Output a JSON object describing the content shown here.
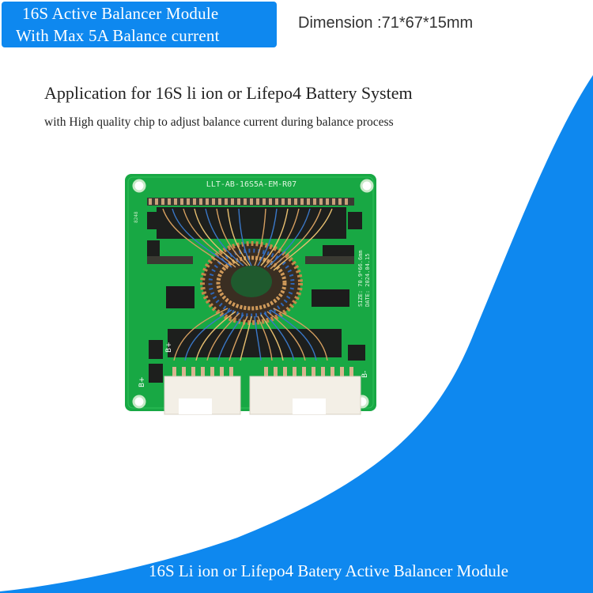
{
  "header": {
    "title_line1": "16S Active Balancer Module",
    "title_line2": "With Max 5A Balance current",
    "dimension": "Dimension :71*67*15mm"
  },
  "application": {
    "heading": "Application for 16S li ion or Lifepo4 Battery System",
    "subheading": "with High quality chip to adjust balance current during balance process"
  },
  "product_image": {
    "board_label": "LLT-AB-16S5A-EM-R07",
    "size_label": "SIZE: 70.9*66.6mm",
    "date_label": "DATE: 2024.04.15",
    "b_plus": "B+",
    "b_minus": "B-",
    "side_code": "8248"
  },
  "footer": {
    "caption": "16S  Li ion or Lifepo4  Batery Active Balancer Module"
  },
  "colors": {
    "accent_blue": "#0e88ef",
    "pcb_green": "#18a844",
    "text_dark": "#222222"
  }
}
